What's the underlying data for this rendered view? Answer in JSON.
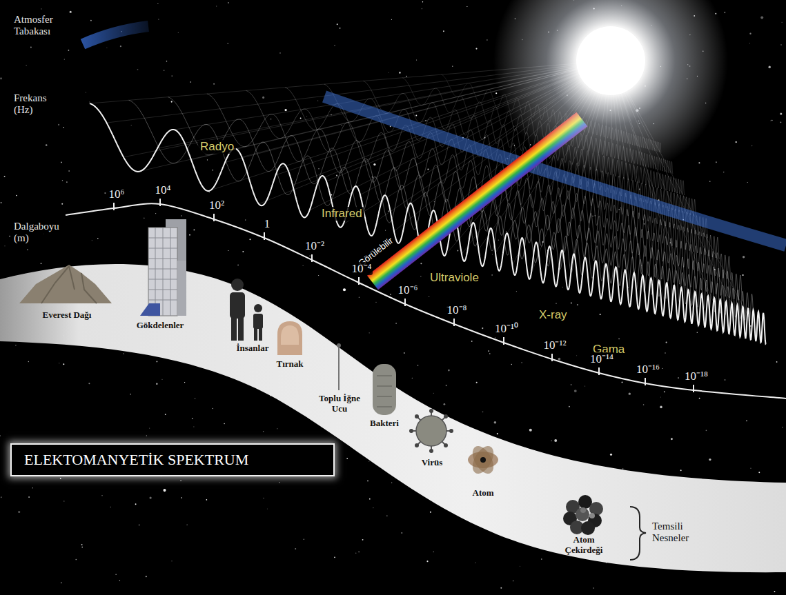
{
  "diagram": {
    "title": "ELEKTOMANYETİK SPEKTRUM",
    "labels": [
      "Atmosfer Tabakası",
      "Frekans (Hz)",
      "Radyo",
      "Infrared",
      "Görülebilir",
      "Ultraviole",
      "X-ray",
      "Gama",
      "Dalgaboyu (m)",
      "10⁶",
      "10⁴",
      "10²",
      "1",
      "10⁻²",
      "10⁻⁴",
      "10⁻⁶",
      "10⁻⁸",
      "10⁻¹⁰",
      "10⁻¹²",
      "10⁻¹⁴",
      "10⁻¹⁶",
      "10⁻¹⁸",
      "Everest Dağı",
      "Gökdelenler",
      "İnsanlar",
      "Tırnak",
      "Toplu İğne Ucu",
      "Bakteri",
      "Virüs",
      "Atom",
      "Atom Çekirdeği",
      "Temsili Nesneler"
    ]
  }
}
